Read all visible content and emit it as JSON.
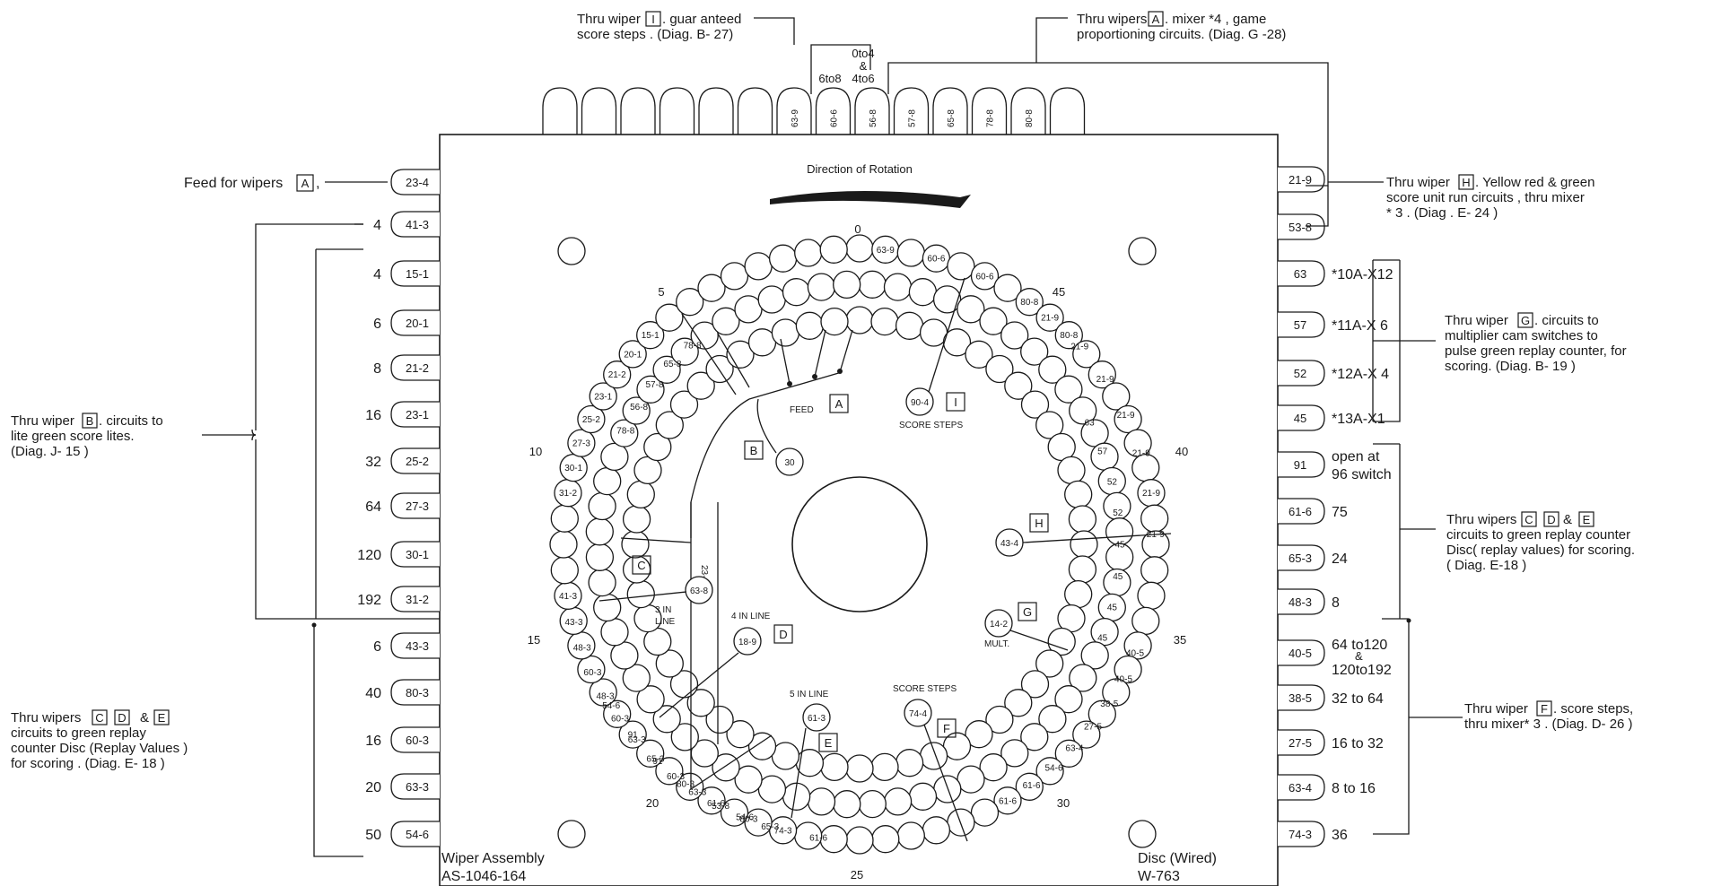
{
  "assembly": {
    "wiper_label": "Wiper Assembly",
    "wiper_number": "AS-1046-164",
    "disc_label": "Disc (Wired)",
    "disc_number": "W-763",
    "rotation_text": "Direction of Rotation"
  },
  "top_annotations": [
    {
      "id": "I",
      "line1": "Thru wiper",
      "box": "I",
      "line1b": ". guar anteed",
      "line2": "score steps . (Diag. B- 27)"
    },
    {
      "id": "A",
      "line1": "Thru wipers",
      "box": "A",
      "line1b": ". mixer *4 , game",
      "line2": "proportioning circuits. (Diag. G -28)"
    }
  ],
  "top_bracket_labels": {
    "l1": "0to4",
    "l2": "&",
    "l3": "4to6",
    "l4": "6to8"
  },
  "top_tabs": [
    "",
    "",
    "",
    "",
    "",
    "",
    "63-9",
    "60-6",
    "56-8",
    "57-8",
    "65-8",
    "78-8",
    "80-8",
    ""
  ],
  "left_feed": {
    "text": "Feed for wipers",
    "box": "A",
    "tab": "23-4"
  },
  "left_tabs": [
    {
      "value": "4",
      "tab": "41-3"
    },
    {
      "value": "4",
      "tab": "15-1"
    },
    {
      "value": "6",
      "tab": "20-1"
    },
    {
      "value": "8",
      "tab": "21-2"
    },
    {
      "value": "16",
      "tab": "23-1"
    },
    {
      "value": "32",
      "tab": "25-2"
    },
    {
      "value": "64",
      "tab": "27-3"
    },
    {
      "value": "120",
      "tab": "30-1"
    },
    {
      "value": "192",
      "tab": "31-2"
    },
    {
      "value": "6",
      "tab": "43-3"
    },
    {
      "value": "40",
      "tab": "80-3"
    },
    {
      "value": "16",
      "tab": "60-3"
    },
    {
      "value": "20",
      "tab": "63-3"
    },
    {
      "value": "50",
      "tab": "54-6"
    }
  ],
  "left_annotations": [
    {
      "id": "B",
      "line1": "Thru wiper",
      "box": "B",
      "line1b": ". circuits to",
      "line2": "lite green score lites.",
      "line3": "(Diag. J- 15 )"
    },
    {
      "id": "CDE",
      "line1": "Thru wipers",
      "box1": "C",
      "box2": "D",
      "box3": "E",
      "line2": "circuits to green replay",
      "line3": "counter Disc (Replay Values )",
      "line4": "for scoring . (Diag. E- 18 )"
    }
  ],
  "right_tabs": [
    {
      "tab": "21-9",
      "value": ""
    },
    {
      "tab": "53-8",
      "value": ""
    },
    {
      "tab": "63",
      "value": "*10A-X12"
    },
    {
      "tab": "57",
      "value": "*11A-X 6"
    },
    {
      "tab": "52",
      "value": "*12A-X 4"
    },
    {
      "tab": "45",
      "value": "*13A-X1"
    },
    {
      "tab": "91",
      "value": "open at",
      "value2": "96 switch"
    },
    {
      "tab": "61-6",
      "value": "75"
    },
    {
      "tab": "65-3",
      "value": "24"
    },
    {
      "tab": "48-3",
      "value": "8"
    },
    {
      "tab": "40-5",
      "value": "64 to120",
      "value2": "&",
      "value3": "120to192"
    },
    {
      "tab": "38-5",
      "value": "32 to 64"
    },
    {
      "tab": "27-5",
      "value": "16 to 32"
    },
    {
      "tab": "63-4",
      "value": "8 to 16"
    },
    {
      "tab": "74-3",
      "value": "36"
    }
  ],
  "right_annotations": [
    {
      "id": "H",
      "line1": "Thru wiper",
      "box": "H",
      "line1b": ". Yellow red & green",
      "line2": "score unit run circuits , thru mixer",
      "line3": "* 3 . (Diag . E- 24 )"
    },
    {
      "id": "G",
      "line1": "Thru wiper",
      "box": "G",
      "line1b": ". circuits to",
      "line2": "multiplier cam switches to",
      "line3": "pulse green replay counter, for",
      "line4": "scoring. (Diag. B- 19 )"
    },
    {
      "id": "CDE2",
      "line1": "Thru wipers",
      "box1": "C",
      "box2": "D",
      "box3": "E",
      "line2": "circuits to green replay counter",
      "line3": "Disc( replay values) for scoring.",
      "line4": "( Diag. E-18 )"
    },
    {
      "id": "F",
      "line1": "Thru wiper",
      "box": "F",
      "line1b": ". score steps,",
      "line2": "thru mixer* 3 . (Diag. D- 26 )"
    }
  ],
  "disc": {
    "positions": {
      "p0": "0",
      "p5": "5",
      "p10": "10",
      "p15": "15",
      "p20": "20",
      "p25": "25",
      "p30": "30",
      "p35": "35",
      "p40": "40",
      "p45": "45"
    },
    "wipers": {
      "A": {
        "box": "A",
        "label": "FEED"
      },
      "B": {
        "box": "B",
        "hole": "30"
      },
      "C": {
        "box": "C",
        "label1": "3 IN",
        "label2": "LINE",
        "hole": "63-8"
      },
      "D": {
        "box": "D",
        "label": "4 IN LINE",
        "hole": "18-9"
      },
      "E": {
        "box": "E",
        "label": "5 IN LINE",
        "hole": "61-3"
      },
      "F": {
        "box": "F",
        "label": "SCORE STEPS",
        "hole": "74-4"
      },
      "G": {
        "box": "G",
        "label": "MULT.",
        "hole": "14-2"
      },
      "H": {
        "box": "H",
        "hole": "43-4"
      },
      "I": {
        "box": "I",
        "label": "SCORE STEPS",
        "hole": "90-4"
      },
      "strip": "23-4"
    },
    "hole_labels": {
      "top": [
        "63-9",
        "60-6",
        "60-6",
        "80-8",
        "80-8"
      ],
      "upper_left": [
        "15-1",
        "20-1",
        "21-2",
        "23-1",
        "25-2",
        "27-3",
        "30-1",
        "31-2"
      ],
      "inner_left": [
        "78-8",
        "65-8",
        "57-8",
        "56-8",
        "78-8"
      ],
      "lower_left": [
        "41-3",
        "43-3",
        "48-3",
        "60-3",
        "48-3",
        "60-3",
        "63-3",
        "65-3",
        "60-3",
        "63-3",
        "53-8",
        "54-6",
        "65-3"
      ],
      "bottom": [
        "61-6",
        "74-3",
        "80-3",
        "61-6",
        "80-3",
        "91",
        "91",
        "54-6"
      ],
      "lower_right": [
        "61-6",
        "61-6",
        "54-6",
        "63-4",
        "27-5",
        "38-5",
        "40-5",
        "40-5"
      ],
      "right_outer": [
        "21-9",
        "21-9",
        "21-9",
        "21-9",
        "21-9",
        "21-9",
        "21-9"
      ],
      "right_inner": [
        "63",
        "57",
        "52",
        "52",
        "45",
        "45",
        "45",
        "45"
      ]
    }
  }
}
